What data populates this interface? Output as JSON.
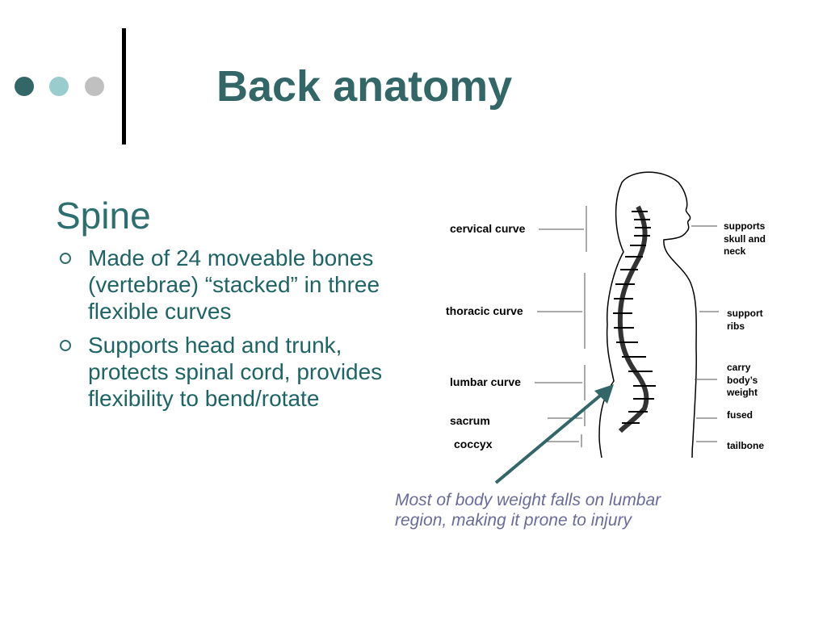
{
  "slide": {
    "title": "Back anatomy",
    "dot_colors": [
      "#336666",
      "#99cccc",
      "#c0c0c0"
    ],
    "accent_color": "#336666"
  },
  "content": {
    "heading": "Spine",
    "bullets": [
      "Made of 24 moveable bones (vertebrae) “stacked” in three flexible curves",
      "Supports head and trunk, protects spinal cord, provides flexibility to bend/rotate"
    ]
  },
  "diagram": {
    "left_labels": {
      "cervical": "cervical curve",
      "thoracic": "thoracic curve",
      "lumbar": "lumbar curve",
      "sacrum": "sacrum",
      "coccyx": "coccyx"
    },
    "right_labels": {
      "cervical": "supports skull and neck",
      "thoracic": "support ribs",
      "lumbar": "carry body’s weight",
      "sacrum": "fused",
      "coccyx": "tailbone"
    },
    "note": "Most of body weight falls on lumbar region, making it prone to injury",
    "arrow_color": "#336666"
  }
}
